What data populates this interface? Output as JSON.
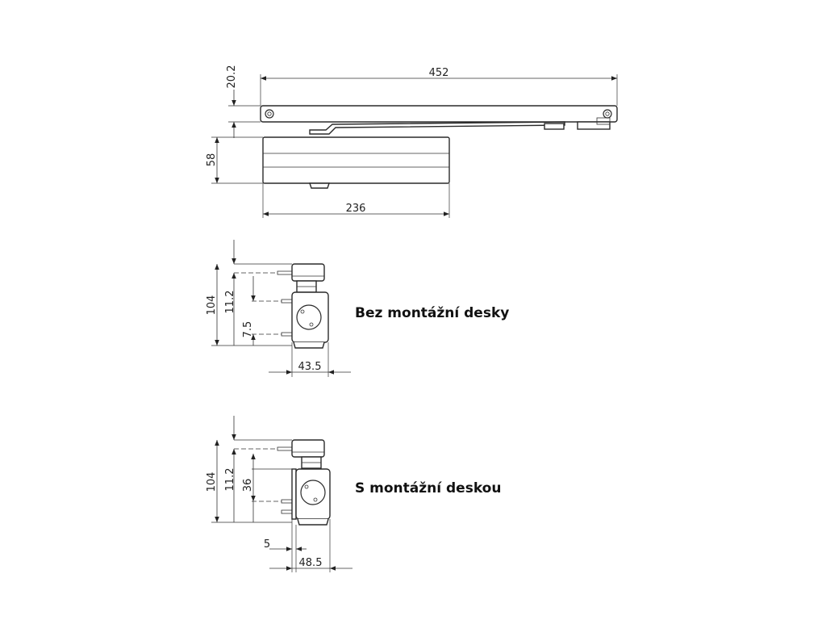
{
  "top_view": {
    "dim_length": "452",
    "dim_height": "20.2",
    "dim_body_height": "58",
    "dim_body_length": "236"
  },
  "without_plate": {
    "caption": "Bez montážní desky",
    "dim_total": "104",
    "dim_a": "11.2",
    "dim_b": "7.5",
    "dim_depth": "43.5"
  },
  "with_plate": {
    "caption": "S montážní deskou",
    "dim_total": "104",
    "dim_a": "11.2",
    "dim_b": "36",
    "dim_plate": "5",
    "dim_depth": "48.5"
  }
}
